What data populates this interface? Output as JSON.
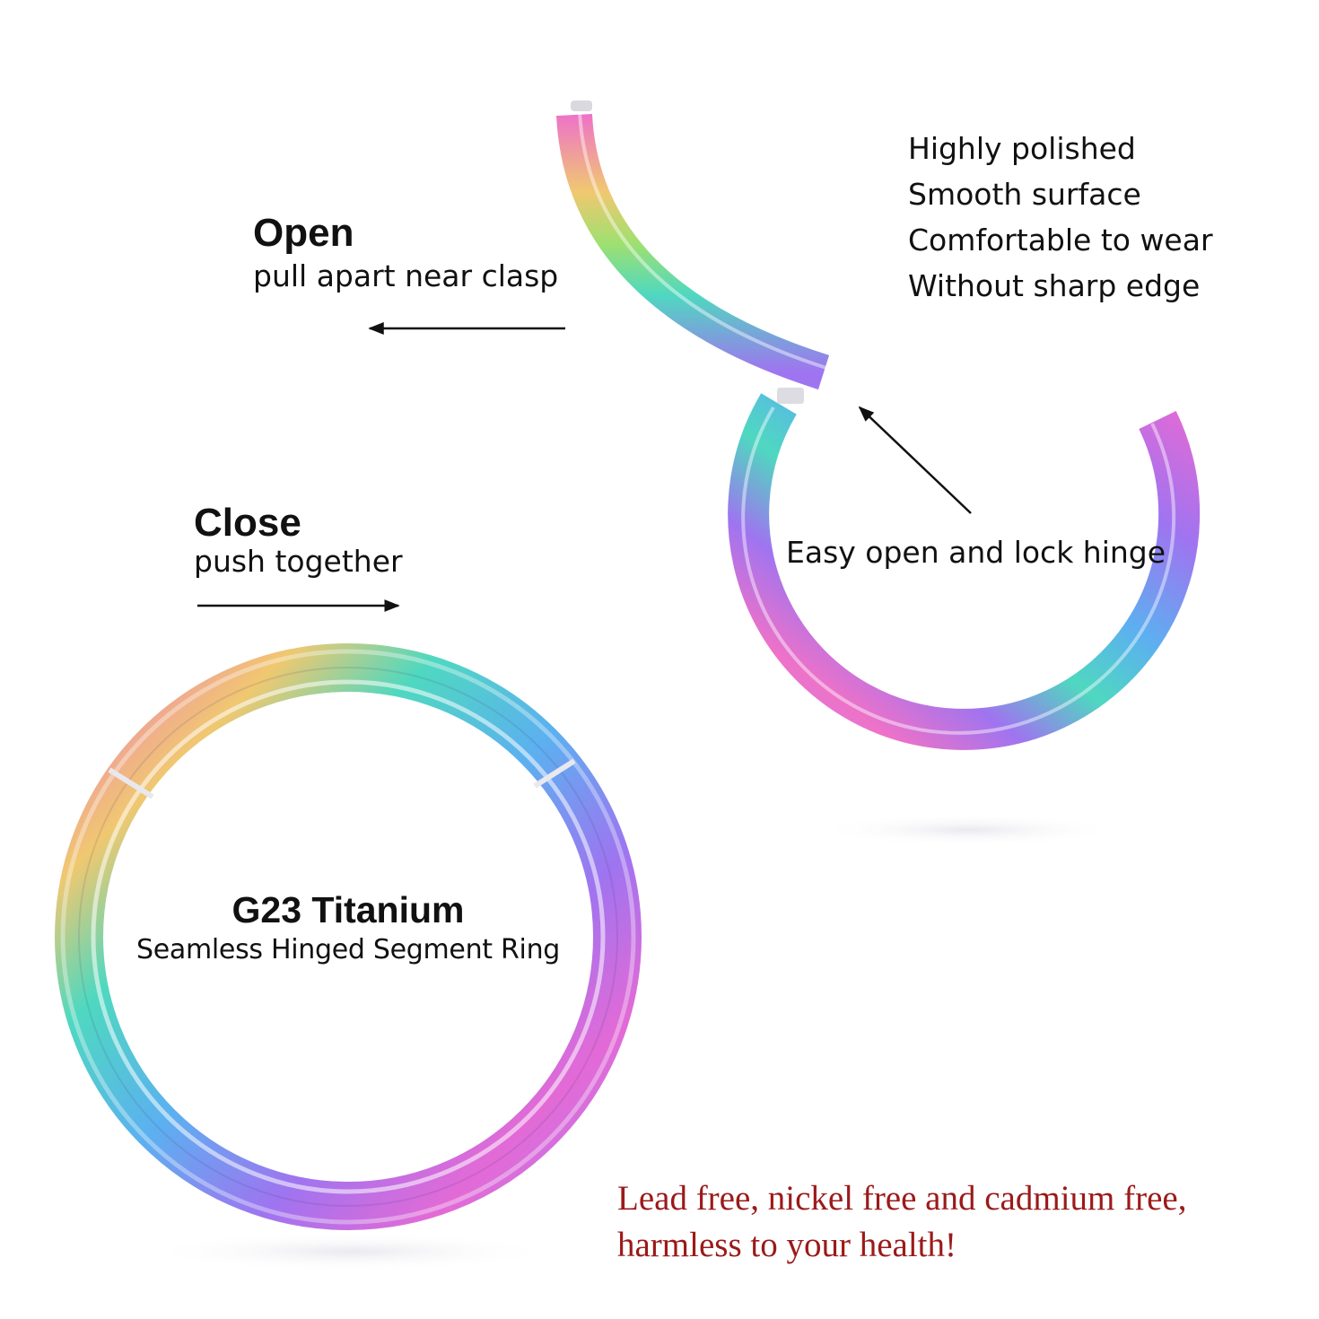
{
  "open": {
    "heading": "Open",
    "instruction": "pull apart near clasp"
  },
  "close": {
    "heading": "Close",
    "instruction": "push together"
  },
  "features": [
    "Highly polished",
    "Smooth surface",
    "Comfortable to wear",
    "Without sharp edge"
  ],
  "hinge_callout": "Easy open and lock hinge",
  "product": {
    "title": "G23 Titanium",
    "subtitle": "Seamless Hinged Segment Ring"
  },
  "health_note": {
    "line1": "Lead free, nickel free and cadmium free,",
    "line2": "harmless to your health!"
  },
  "colors": {
    "background": "#ffffff",
    "text": "#111111",
    "health_note": "#9b1a1a",
    "ring_gradient": [
      "#e36ad6",
      "#9f74f0",
      "#5cb0f0",
      "#4fd8c0",
      "#c8e070",
      "#f0c870",
      "#ee72c8"
    ]
  },
  "icons": {
    "open_arrow": "arrow-left-icon",
    "close_arrow": "arrow-right-icon",
    "hinge_pointer": "arrow-up-left-icon"
  }
}
